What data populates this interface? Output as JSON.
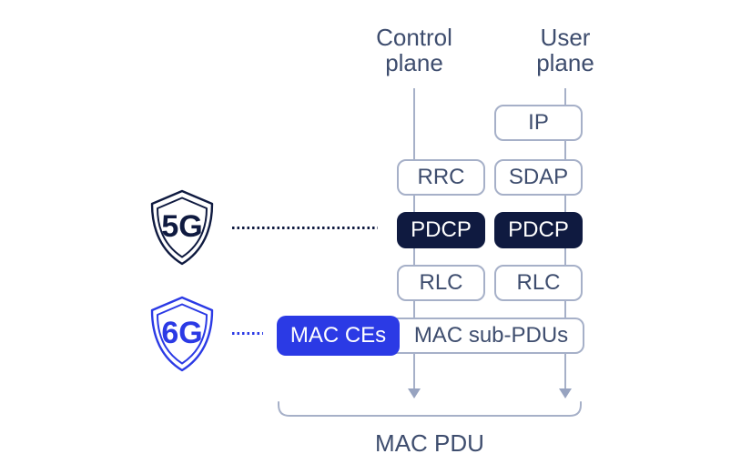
{
  "diagram": {
    "header": {
      "control_plane": "Control\nplane",
      "user_plane": "User\nplane"
    },
    "stack": {
      "ip": "IP",
      "rrc": "RRC",
      "sdap": "SDAP",
      "pdcp_control": "PDCP",
      "pdcp_user": "PDCP",
      "rlc_control": "RLC",
      "rlc_user": "RLC",
      "mac_ces": "MAC CEs",
      "mac_sub_pdus": "MAC sub-PDUs"
    },
    "generations": [
      {
        "id": "5g",
        "label": "5G"
      },
      {
        "id": "6g",
        "label": "6G"
      }
    ],
    "bracket_label": "MAC PDU",
    "colors": {
      "dark_navy": "#0f1a40",
      "bright_blue": "#2b3ae5",
      "line_gray": "#a6b0c8",
      "text_slate": "#3e4d6e",
      "background": "#ffffff"
    }
  }
}
